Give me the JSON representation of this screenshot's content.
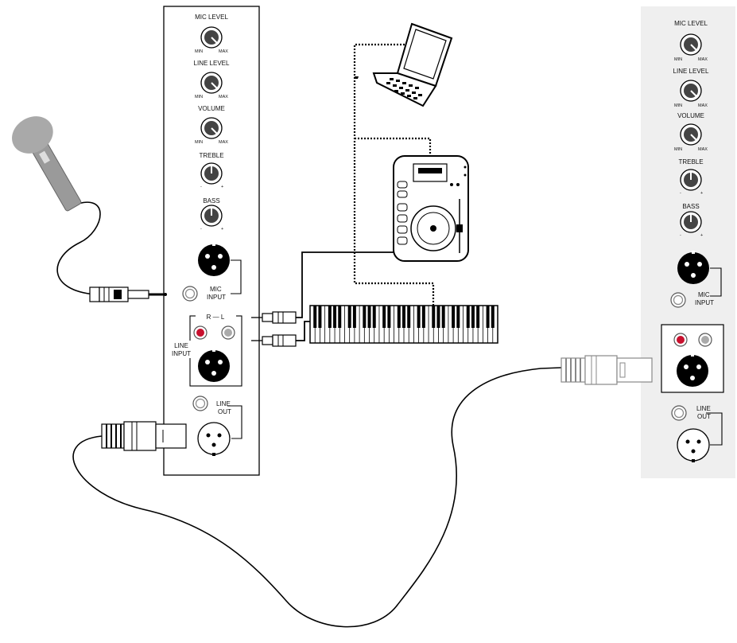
{
  "main_panel": {
    "knobs": [
      {
        "label": "MIC LEVEL",
        "min_label": "MIN",
        "max_label": "MAX"
      },
      {
        "label": "LINE LEVEL",
        "min_label": "MIN",
        "max_label": "MAX"
      },
      {
        "label": "VOLUME",
        "min_label": "MIN",
        "max_label": "MAX"
      },
      {
        "label": "TREBLE",
        "min_label": "-",
        "max_label": "+"
      },
      {
        "label": "BASS",
        "min_label": "-",
        "max_label": "+"
      }
    ],
    "mic_input_label_1": "MIC",
    "mic_input_label_2": "INPUT",
    "rl_label": "R  —  L",
    "line_input_label_1": "LINE",
    "line_input_label_2": "INPUT",
    "line_out_label_1": "LINE",
    "line_out_label_2": "OUT"
  },
  "second_panel": {
    "knobs": [
      {
        "label": "MIC LEVEL",
        "min_label": "MIN",
        "max_label": "MAX"
      },
      {
        "label": "LINE LEVEL",
        "min_label": "MIN",
        "max_label": "MAX"
      },
      {
        "label": "VOLUME",
        "min_label": "MIN",
        "max_label": "MAX"
      },
      {
        "label": "TREBLE",
        "min_label": "-",
        "max_label": "+"
      },
      {
        "label": "BASS",
        "min_label": "-",
        "max_label": "+"
      }
    ],
    "mic_input_label_1": "MIC",
    "mic_input_label_2": "INPUT",
    "line_out_label_1": "LINE",
    "line_out_label_2": "OUT"
  },
  "colors": {
    "red_jack": "#c8102e",
    "panel_bg_second": "#efefef",
    "mic_head": "#a9a9a9",
    "mic_body": "#9a9a9a"
  },
  "icons": [
    "microphone-icon",
    "laptop-icon",
    "cd-player-icon",
    "keyboard-icon",
    "xlr-plug-icon",
    "jack-plug-icon",
    "rca-plug-icon"
  ]
}
